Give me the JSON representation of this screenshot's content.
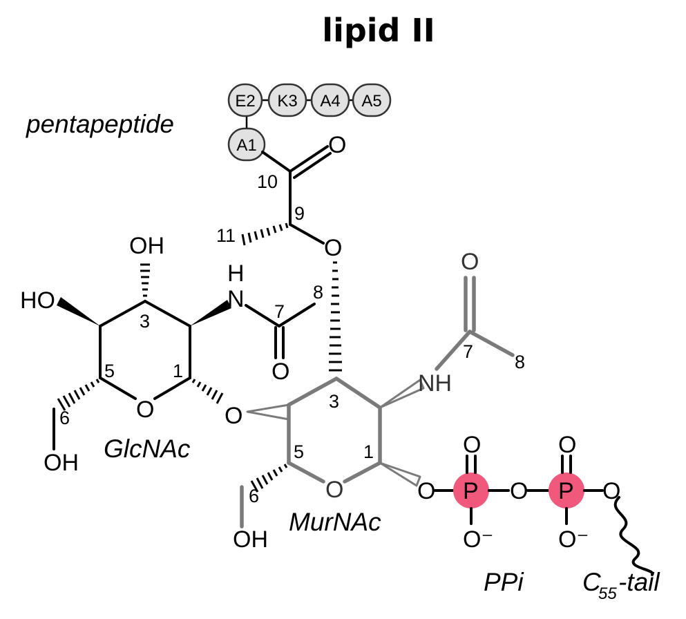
{
  "title": "lipid II",
  "pentapeptide": {
    "label": "pentapeptide",
    "residues": [
      "E2",
      "K3",
      "A4",
      "A5",
      "A1"
    ]
  },
  "atoms": {
    "O": "O",
    "OH": "OH",
    "HO": "HO",
    "H": "H",
    "N": "N",
    "NH": "NH",
    "P": "P",
    "O_minus": "O⁻"
  },
  "carbon_numbers": {
    "c10": "10",
    "c9": "9",
    "c11": "11",
    "c8": "8",
    "c7": "7",
    "c3": "3",
    "c5": "5",
    "c1": "1",
    "c6": "6"
  },
  "labels": {
    "glcnac": "GlcNAc",
    "murnac": "MurNAc",
    "ppi": "PPi",
    "tail_c": "C",
    "tail_sub": "55",
    "tail_rest": "-tail"
  },
  "colors": {
    "glcnac_bonds": "#000000",
    "murnac_bonds": "#7a7a7a",
    "phosphorus": "#f0587c",
    "residue_fill": "#e2e2e2"
  }
}
